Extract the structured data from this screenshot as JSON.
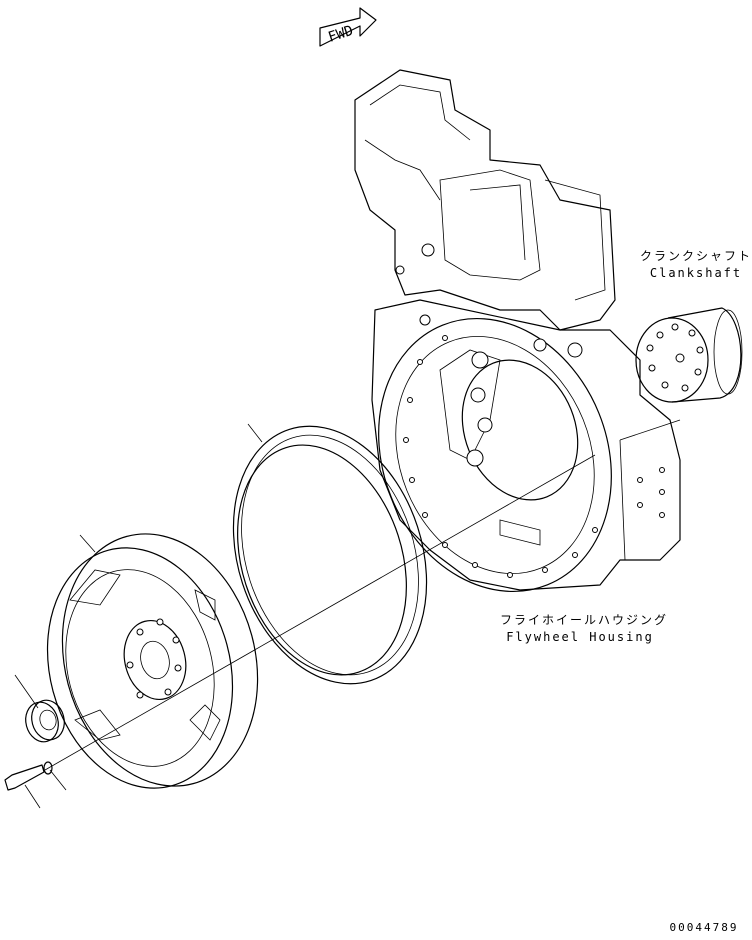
{
  "direction_mark": "FWD",
  "labels": {
    "crankshaft_jp": "クランクシャフト",
    "crankshaft_en": "Clankshaft",
    "housing_jp": "フライホイールハウジング",
    "housing_en": "Flywheel Housing"
  },
  "drawing_number": "00044789"
}
